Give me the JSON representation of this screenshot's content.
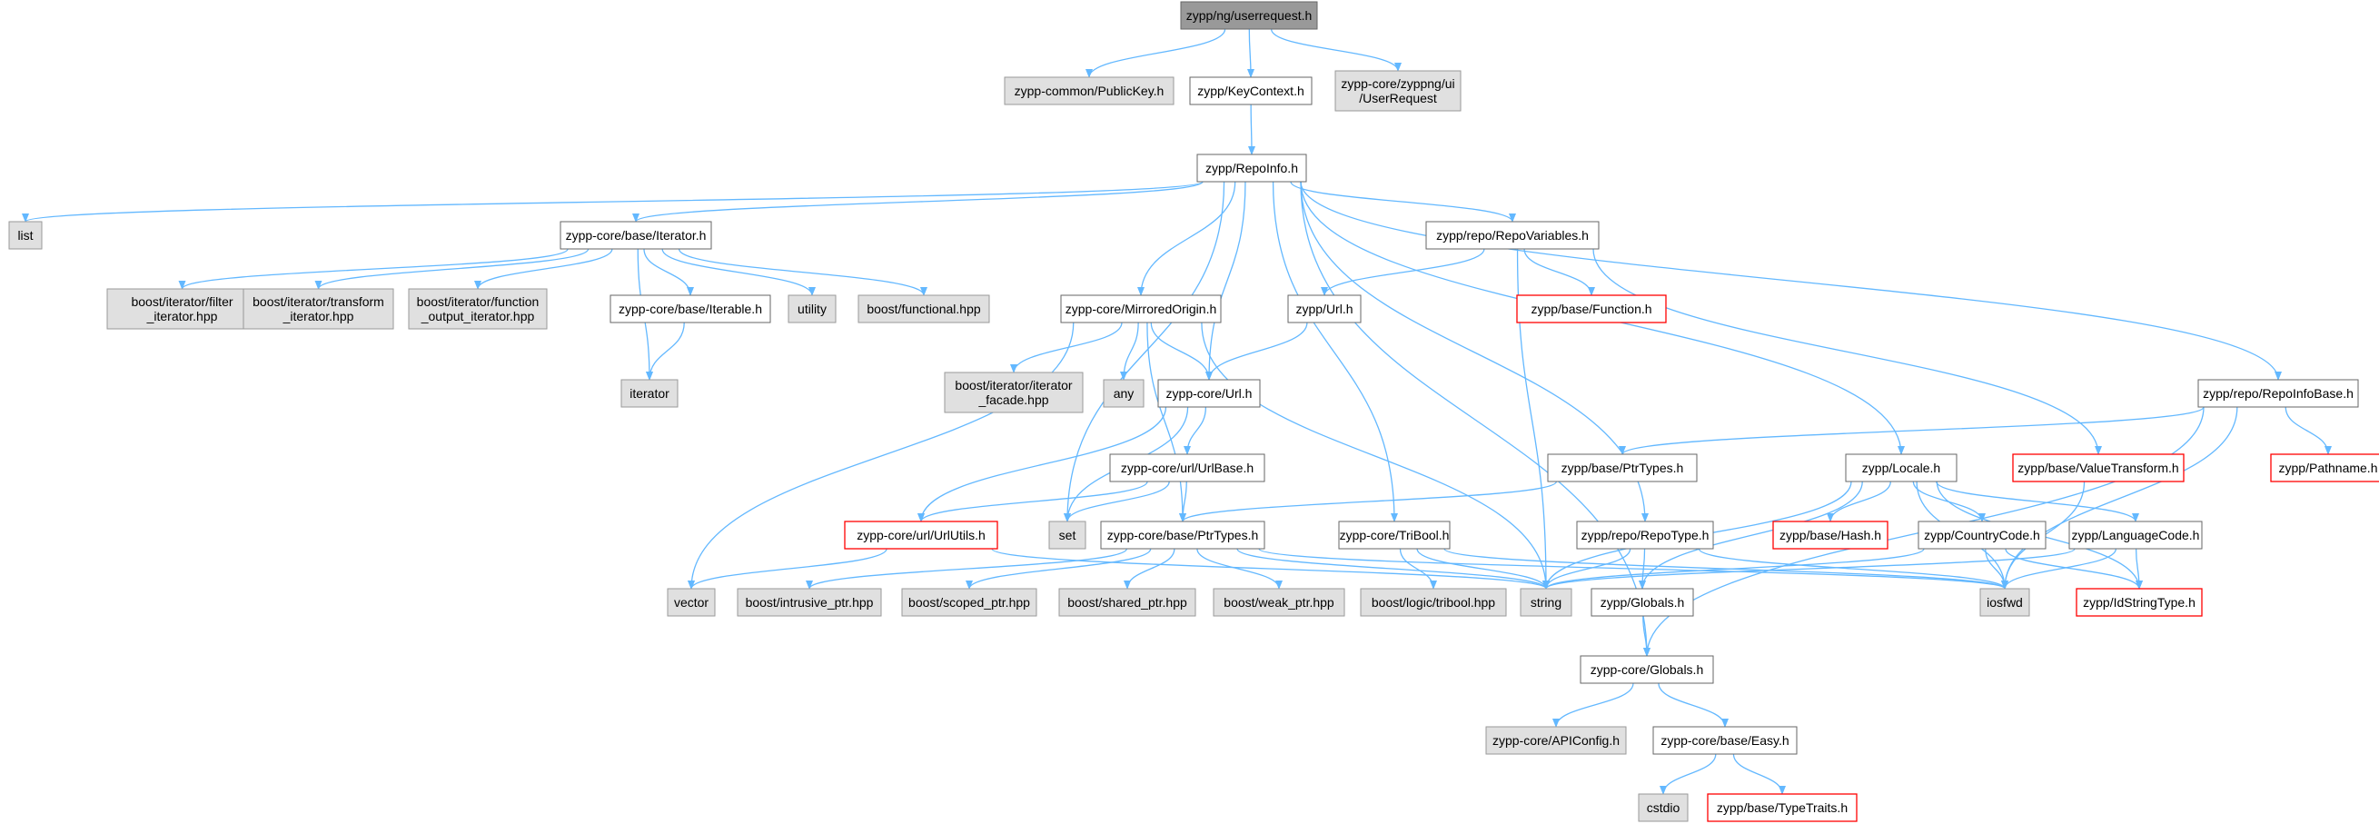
{
  "graph": {
    "title": "zypp/ng/userrequest.h",
    "colors": {
      "edge": "#63b8ff",
      "root_fill": "#999999",
      "normal_fill": "#ffffff",
      "external_fill": "#e0e0e0",
      "normal_border": "#666666",
      "external_border": "#999999",
      "missing_border": "#ff0000"
    },
    "nodes": [
      {
        "id": "userrequest",
        "label": "zypp/ng/userrequest.h",
        "kind": "root"
      },
      {
        "id": "publickey",
        "label": "zypp-common/PublicKey.h",
        "kind": "external"
      },
      {
        "id": "keycontext",
        "label": "zypp/KeyContext.h",
        "kind": "normal"
      },
      {
        "id": "userrequest_ui",
        "label": "zypp-core/zyppng/ui\n/UserRequest",
        "kind": "external"
      },
      {
        "id": "repoinfo",
        "label": "zypp/RepoInfo.h",
        "kind": "normal"
      },
      {
        "id": "list",
        "label": "list",
        "kind": "external"
      },
      {
        "id": "iterator_h",
        "label": "zypp-core/base/Iterator.h",
        "kind": "normal"
      },
      {
        "id": "repovariables",
        "label": "zypp/repo/RepoVariables.h",
        "kind": "normal"
      },
      {
        "id": "filter_iter",
        "label": "boost/iterator/filter\n_iterator.hpp",
        "kind": "external"
      },
      {
        "id": "transform_iter",
        "label": "boost/iterator/transform\n_iterator.hpp",
        "kind": "external"
      },
      {
        "id": "function_output_iter",
        "label": "boost/iterator/function\n_output_iterator.hpp",
        "kind": "external"
      },
      {
        "id": "iterable",
        "label": "zypp-core/base/Iterable.h",
        "kind": "normal"
      },
      {
        "id": "utility",
        "label": "utility",
        "kind": "external"
      },
      {
        "id": "functional",
        "label": "boost/functional.hpp",
        "kind": "external"
      },
      {
        "id": "mirroredorigin",
        "label": "zypp-core/MirroredOrigin.h",
        "kind": "normal"
      },
      {
        "id": "zypp_url",
        "label": "zypp/Url.h",
        "kind": "normal"
      },
      {
        "id": "function_h",
        "label": "zypp/base/Function.h",
        "kind": "missing"
      },
      {
        "id": "iterator",
        "label": "iterator",
        "kind": "external"
      },
      {
        "id": "iterator_facade",
        "label": "boost/iterator/iterator\n_facade.hpp",
        "kind": "external"
      },
      {
        "id": "any",
        "label": "any",
        "kind": "external"
      },
      {
        "id": "core_url",
        "label": "zypp-core/Url.h",
        "kind": "normal"
      },
      {
        "id": "repoinfobase",
        "label": "zypp/repo/RepoInfoBase.h",
        "kind": "normal"
      },
      {
        "id": "urlbase",
        "label": "zypp-core/url/UrlBase.h",
        "kind": "normal"
      },
      {
        "id": "ptrtypes_zypp",
        "label": "zypp/base/PtrTypes.h",
        "kind": "normal"
      },
      {
        "id": "locale",
        "label": "zypp/Locale.h",
        "kind": "normal"
      },
      {
        "id": "valuetransform",
        "label": "zypp/base/ValueTransform.h",
        "kind": "missing"
      },
      {
        "id": "pathname",
        "label": "zypp/Pathname.h",
        "kind": "missing"
      },
      {
        "id": "urlutils",
        "label": "zypp-core/url/UrlUtils.h",
        "kind": "missing"
      },
      {
        "id": "set",
        "label": "set",
        "kind": "external"
      },
      {
        "id": "ptrtypes_core",
        "label": "zypp-core/base/PtrTypes.h",
        "kind": "normal"
      },
      {
        "id": "tribool",
        "label": "zypp-core/TriBool.h",
        "kind": "normal"
      },
      {
        "id": "repotype",
        "label": "zypp/repo/RepoType.h",
        "kind": "normal"
      },
      {
        "id": "hash",
        "label": "zypp/base/Hash.h",
        "kind": "missing"
      },
      {
        "id": "countrycode",
        "label": "zypp/CountryCode.h",
        "kind": "normal"
      },
      {
        "id": "languagecode",
        "label": "zypp/LanguageCode.h",
        "kind": "normal"
      },
      {
        "id": "vector",
        "label": "vector",
        "kind": "external"
      },
      {
        "id": "intrusive_ptr",
        "label": "boost/intrusive_ptr.hpp",
        "kind": "external"
      },
      {
        "id": "scoped_ptr",
        "label": "boost/scoped_ptr.hpp",
        "kind": "external"
      },
      {
        "id": "shared_ptr",
        "label": "boost/shared_ptr.hpp",
        "kind": "external"
      },
      {
        "id": "weak_ptr",
        "label": "boost/weak_ptr.hpp",
        "kind": "external"
      },
      {
        "id": "logic_tribool",
        "label": "boost/logic/tribool.hpp",
        "kind": "external"
      },
      {
        "id": "string",
        "label": "string",
        "kind": "external"
      },
      {
        "id": "globals_zypp",
        "label": "zypp/Globals.h",
        "kind": "normal"
      },
      {
        "id": "iosfwd",
        "label": "iosfwd",
        "kind": "external"
      },
      {
        "id": "idstringtype",
        "label": "zypp/IdStringType.h",
        "kind": "missing"
      },
      {
        "id": "globals_core",
        "label": "zypp-core/Globals.h",
        "kind": "normal"
      },
      {
        "id": "apiconfig",
        "label": "zypp-core/APIConfig.h",
        "kind": "external"
      },
      {
        "id": "easy",
        "label": "zypp-core/base/Easy.h",
        "kind": "normal"
      },
      {
        "id": "cstdio",
        "label": "cstdio",
        "kind": "external"
      },
      {
        "id": "typetraits",
        "label": "zypp/base/TypeTraits.h",
        "kind": "missing"
      }
    ],
    "edges": [
      [
        "userrequest",
        "publickey"
      ],
      [
        "userrequest",
        "keycontext"
      ],
      [
        "userrequest",
        "userrequest_ui"
      ],
      [
        "keycontext",
        "repoinfo"
      ],
      [
        "repoinfo",
        "list"
      ],
      [
        "repoinfo",
        "iterator_h"
      ],
      [
        "repoinfo",
        "repovariables"
      ],
      [
        "repoinfo",
        "mirroredorigin"
      ],
      [
        "repoinfo",
        "core_url"
      ],
      [
        "repoinfo",
        "set"
      ],
      [
        "repoinfo",
        "tribool"
      ],
      [
        "repoinfo",
        "repotype"
      ],
      [
        "repoinfo",
        "locale"
      ],
      [
        "repoinfo",
        "repoinfobase"
      ],
      [
        "repoinfo",
        "globals_core"
      ],
      [
        "iterator_h",
        "filter_iter"
      ],
      [
        "iterator_h",
        "transform_iter"
      ],
      [
        "iterator_h",
        "function_output_iter"
      ],
      [
        "iterator_h",
        "iterable"
      ],
      [
        "iterator_h",
        "utility"
      ],
      [
        "iterator_h",
        "functional"
      ],
      [
        "iterator_h",
        "iterator"
      ],
      [
        "iterable",
        "iterator"
      ],
      [
        "repovariables",
        "zypp_url"
      ],
      [
        "repovariables",
        "function_h"
      ],
      [
        "repovariables",
        "valuetransform"
      ],
      [
        "repovariables",
        "string"
      ],
      [
        "zypp_url",
        "core_url"
      ],
      [
        "mirroredorigin",
        "iterator_facade"
      ],
      [
        "mirroredorigin",
        "any"
      ],
      [
        "mirroredorigin",
        "core_url"
      ],
      [
        "mirroredorigin",
        "ptrtypes_core"
      ],
      [
        "mirroredorigin",
        "vector"
      ],
      [
        "mirroredorigin",
        "string"
      ],
      [
        "core_url",
        "urlbase"
      ],
      [
        "core_url",
        "urlutils"
      ],
      [
        "core_url",
        "set"
      ],
      [
        "urlbase",
        "urlutils"
      ],
      [
        "urlbase",
        "ptrtypes_core"
      ],
      [
        "urlbase",
        "set"
      ],
      [
        "urlutils",
        "vector"
      ],
      [
        "urlutils",
        "string"
      ],
      [
        "repoinfobase",
        "ptrtypes_zypp"
      ],
      [
        "repoinfobase",
        "pathname"
      ],
      [
        "repoinfobase",
        "iosfwd"
      ],
      [
        "repoinfobase",
        "globals_core"
      ],
      [
        "ptrtypes_zypp",
        "ptrtypes_core"
      ],
      [
        "ptrtypes_core",
        "intrusive_ptr"
      ],
      [
        "ptrtypes_core",
        "scoped_ptr"
      ],
      [
        "ptrtypes_core",
        "shared_ptr"
      ],
      [
        "ptrtypes_core",
        "weak_ptr"
      ],
      [
        "ptrtypes_core",
        "string"
      ],
      [
        "ptrtypes_core",
        "iosfwd"
      ],
      [
        "tribool",
        "logic_tribool"
      ],
      [
        "tribool",
        "string"
      ],
      [
        "tribool",
        "iosfwd"
      ],
      [
        "repotype",
        "globals_zypp"
      ],
      [
        "repotype",
        "string"
      ],
      [
        "repotype",
        "iosfwd"
      ],
      [
        "locale",
        "hash"
      ],
      [
        "locale",
        "countrycode"
      ],
      [
        "locale",
        "languagecode"
      ],
      [
        "locale",
        "string"
      ],
      [
        "locale",
        "iosfwd"
      ],
      [
        "locale",
        "globals_zypp"
      ],
      [
        "locale",
        "idstringtype"
      ],
      [
        "countrycode",
        "iosfwd"
      ],
      [
        "countrycode",
        "string"
      ],
      [
        "countrycode",
        "idstringtype"
      ],
      [
        "languagecode",
        "iosfwd"
      ],
      [
        "languagecode",
        "string"
      ],
      [
        "languagecode",
        "idstringtype"
      ],
      [
        "valuetransform",
        "iosfwd"
      ],
      [
        "globals_zypp",
        "globals_core"
      ],
      [
        "globals_core",
        "apiconfig"
      ],
      [
        "globals_core",
        "easy"
      ],
      [
        "easy",
        "cstdio"
      ],
      [
        "easy",
        "typetraits"
      ]
    ]
  }
}
